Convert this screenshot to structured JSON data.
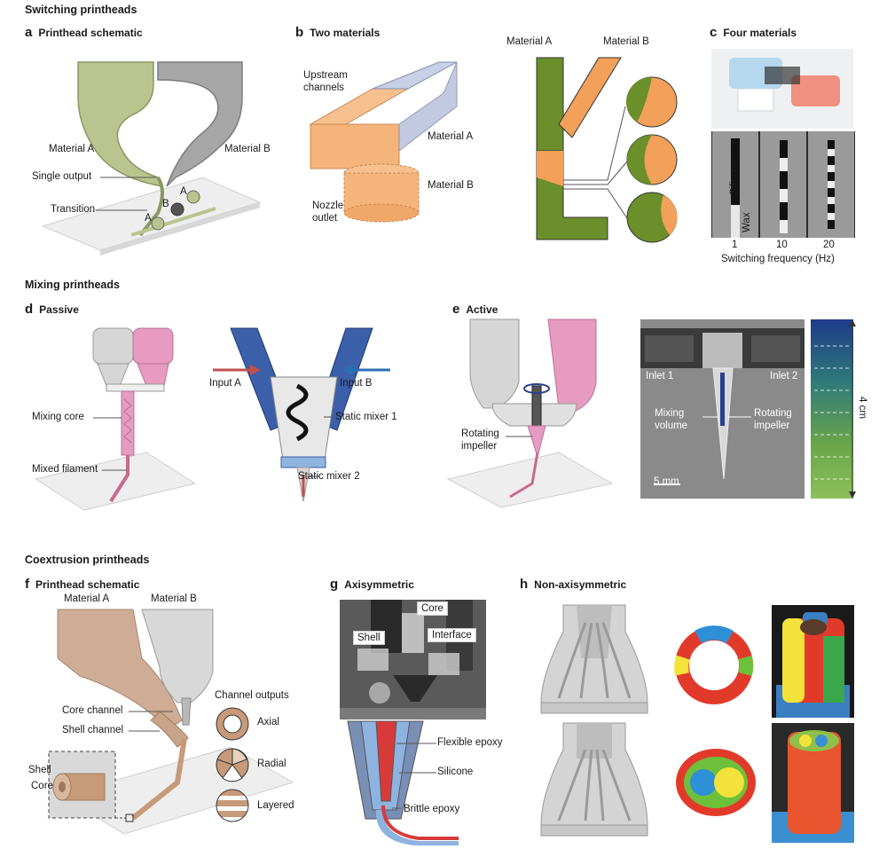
{
  "sections": {
    "switching": "Switching printheads",
    "mixing": "Mixing printheads",
    "coextrusion": "Coextrusion printheads"
  },
  "panels": {
    "a": {
      "letter": "a",
      "title": "Printhead schematic",
      "labels": {
        "material_a": "Material A",
        "material_b": "Material B",
        "single_output": "Single output",
        "transition": "Transition",
        "dot_a1": "A",
        "dot_b": "B",
        "dot_a2": "A"
      }
    },
    "b": {
      "letter": "b",
      "title": "Two materials",
      "labels": {
        "upstream": "Upstream",
        "channels": "channels",
        "material_a": "Material A",
        "material_b": "Material B",
        "nozzle": "Nozzle",
        "outlet": "outlet",
        "right_material_a": "Material A",
        "right_material_b": "Material B"
      }
    },
    "c": {
      "letter": "c",
      "title": "Four materials",
      "labels": {
        "silicone": "Silicone",
        "wax": "Wax",
        "freq_1": "1",
        "freq_10": "10",
        "freq_20": "20",
        "xlabel": "Switching frequency (Hz)"
      }
    },
    "d": {
      "letter": "d",
      "title": "Passive",
      "labels": {
        "mixing_core": "Mixing core",
        "mixed_filament": "Mixed filament",
        "input_a": "Input A",
        "input_b": "Input B",
        "static_mixer_1": "Static mixer 1",
        "static_mixer_2": "Static mixer 2"
      }
    },
    "e": {
      "letter": "e",
      "title": "Active",
      "labels": {
        "rotating": "Rotating",
        "impeller": "impeller",
        "inlet_1": "Inlet 1",
        "inlet_2": "Inlet 2",
        "mixing": "Mixing",
        "volume": "volume",
        "rotating2": "Rotating",
        "impeller2": "impeller",
        "scale": "5 mm",
        "height": "4 cm"
      }
    },
    "f": {
      "letter": "f",
      "title": "Printhead schematic",
      "labels": {
        "material_a": "Material A",
        "material_b": "Material B",
        "core_channel": "Core channel",
        "shell_channel": "Shell channel",
        "shell": "Shell",
        "core": "Core",
        "channel_outputs": "Channel outputs",
        "axial": "Axial",
        "radial": "Radial",
        "layered": "Layered"
      }
    },
    "g": {
      "letter": "g",
      "title": "Axisymmetric",
      "labels": {
        "core": "Core",
        "shell": "Shell",
        "interface": "Interface",
        "flexible_epoxy": "Flexible epoxy",
        "silicone": "Silicone",
        "brittle_epoxy": "Brittle epoxy"
      }
    },
    "h": {
      "letter": "h",
      "title": "Non-axisymmetric"
    }
  },
  "colors": {
    "material_a_green": "#b9c48f",
    "material_b_grey": "#9a9a9a",
    "diagram_green": "#6b8f2a",
    "diagram_orange": "#f2a05a",
    "pink": "#e79bc0",
    "blue_arrow": "#2b6fb3",
    "red_arrow": "#c0504d",
    "tan": "#c79a7a",
    "red_print": "#e23a2a",
    "yellow_print": "#f2e23a",
    "blue_print": "#2f8fd6",
    "green_print": "#6ec03a"
  }
}
